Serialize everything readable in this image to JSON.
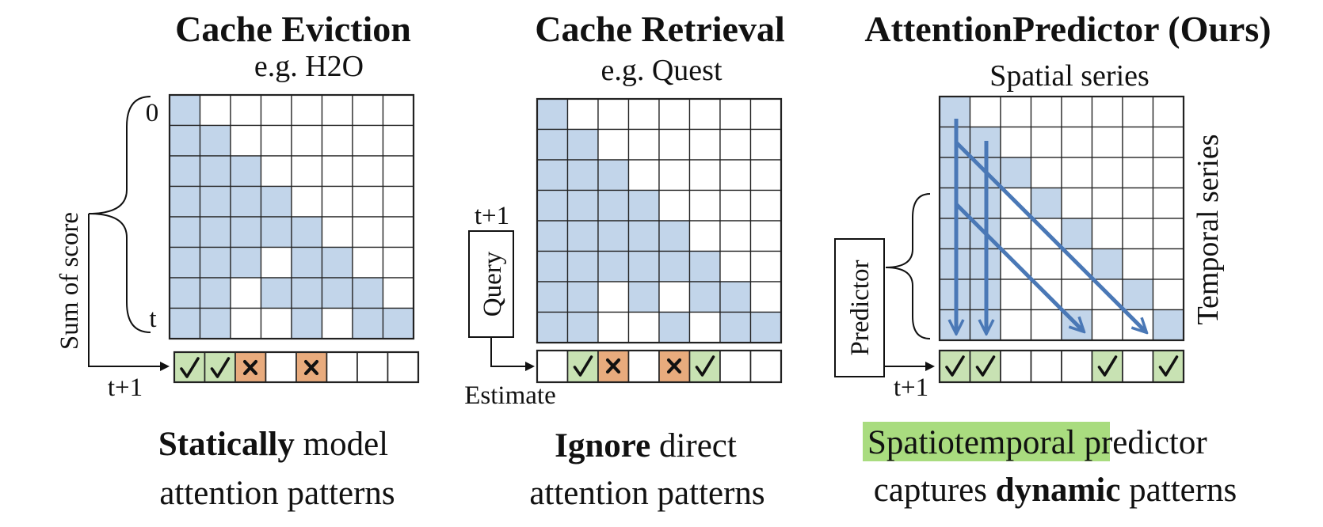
{
  "colors": {
    "cell_fill": "#c2d5ea",
    "grid_stroke": "#222222",
    "keep_fill": "#c8e2b3",
    "evict_fill": "#e8ab7d",
    "arrow_blue": "#4a78b6",
    "highlight_green": "#a9dc7f"
  },
  "icons": {
    "keep": "check-mark-icon",
    "evict": "cross-mark-icon"
  },
  "panels": [
    {
      "id": "eviction",
      "title": "Cache Eviction",
      "subtitle": "e.g. H2O",
      "matrix": [
        [
          1,
          0,
          0,
          0,
          0,
          0,
          0,
          0
        ],
        [
          1,
          1,
          0,
          0,
          0,
          0,
          0,
          0
        ],
        [
          1,
          1,
          1,
          0,
          0,
          0,
          0,
          0
        ],
        [
          1,
          1,
          1,
          1,
          0,
          0,
          0,
          0
        ],
        [
          1,
          1,
          1,
          1,
          1,
          0,
          0,
          0
        ],
        [
          1,
          1,
          1,
          0,
          1,
          1,
          0,
          0
        ],
        [
          1,
          1,
          0,
          1,
          1,
          1,
          1,
          0
        ],
        [
          1,
          1,
          0,
          0,
          1,
          0,
          1,
          1
        ]
      ],
      "selection": [
        "keep",
        "keep",
        "evict",
        "none",
        "evict",
        "none",
        "none",
        "none"
      ],
      "brace_top_label": "0",
      "brace_bottom_label": "t",
      "side_label": "Sum of score",
      "step_label": "t+1",
      "caption_line1_bold": "Statically",
      "caption_line1_rest": " model",
      "caption_line2": "attention patterns"
    },
    {
      "id": "retrieval",
      "title": "Cache Retrieval",
      "subtitle": "e.g. Quest",
      "matrix": [
        [
          1,
          0,
          0,
          0,
          0,
          0,
          0,
          0
        ],
        [
          1,
          1,
          0,
          0,
          0,
          0,
          0,
          0
        ],
        [
          1,
          1,
          1,
          0,
          0,
          0,
          0,
          0
        ],
        [
          1,
          1,
          1,
          1,
          0,
          0,
          0,
          0
        ],
        [
          1,
          1,
          1,
          1,
          1,
          0,
          0,
          0
        ],
        [
          1,
          1,
          1,
          1,
          1,
          1,
          0,
          0
        ],
        [
          1,
          1,
          0,
          1,
          0,
          1,
          1,
          0
        ],
        [
          1,
          1,
          0,
          0,
          1,
          0,
          1,
          1
        ]
      ],
      "selection": [
        "none",
        "keep",
        "evict",
        "none",
        "evict",
        "keep",
        "none",
        "none"
      ],
      "query_label": "Query",
      "step_label": "t+1",
      "estimate_label": "Estimate",
      "caption_line1_bold": "Ignore",
      "caption_line1_rest": " direct",
      "caption_line2": "attention patterns"
    },
    {
      "id": "predictor",
      "title": "AttentionPredictor (Ours)",
      "subtitle": "Spatial series",
      "matrix": [
        [
          1,
          0,
          0,
          0,
          0,
          0,
          0,
          0
        ],
        [
          1,
          1,
          0,
          0,
          0,
          0,
          0,
          0
        ],
        [
          1,
          1,
          1,
          0,
          0,
          0,
          0,
          0
        ],
        [
          1,
          1,
          0,
          1,
          0,
          0,
          0,
          0
        ],
        [
          1,
          1,
          0,
          0,
          1,
          0,
          0,
          0
        ],
        [
          1,
          1,
          0,
          0,
          0,
          1,
          0,
          0
        ],
        [
          1,
          1,
          0,
          0,
          0,
          0,
          1,
          0
        ],
        [
          1,
          1,
          0,
          0,
          1,
          0,
          0,
          1
        ]
      ],
      "selection": [
        "keep",
        "keep",
        "none",
        "none",
        "none",
        "keep",
        "none",
        "keep"
      ],
      "predictor_label": "Predictor",
      "right_label": "Temporal series",
      "step_label": "t+1",
      "caption_line1_highlight": "Spatiotemporal",
      "caption_line1_rest": " predictor",
      "caption_line2_pre": "captures ",
      "caption_line2_bold": "dynamic",
      "caption_line2_post": " patterns"
    }
  ]
}
